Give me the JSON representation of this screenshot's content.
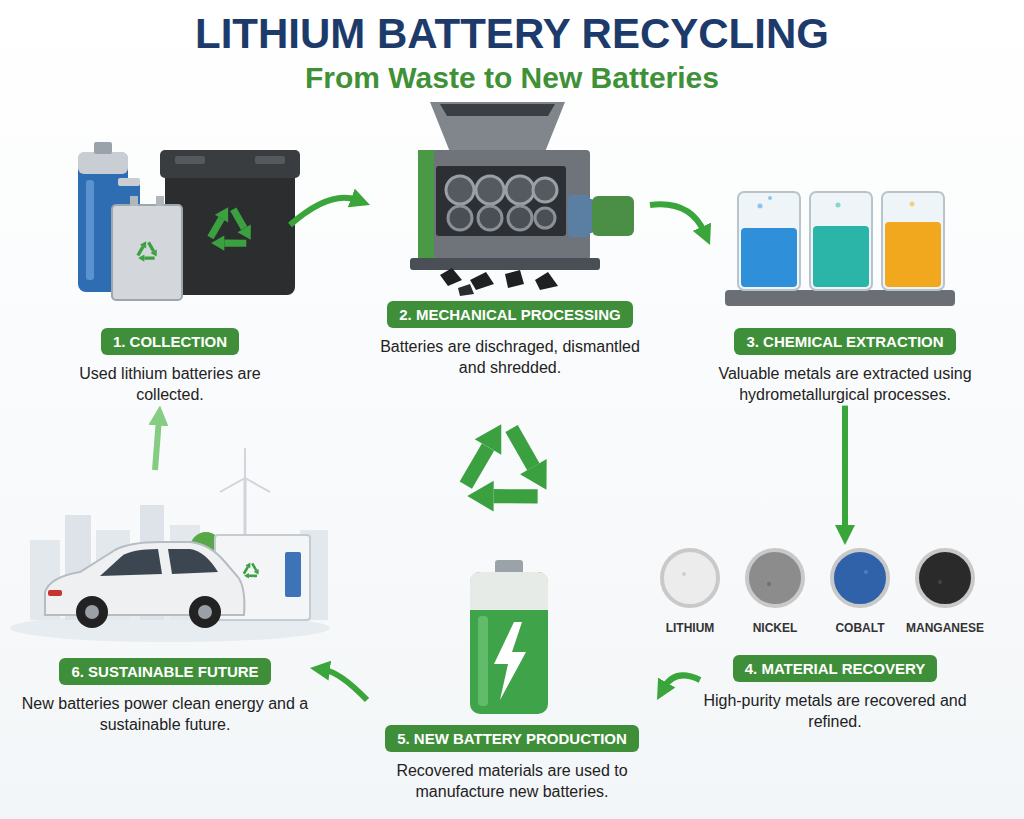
{
  "diagram": {
    "title": "LITHIUM BATTERY RECYCLING",
    "nodes": [
      {
        "text": [
          "1. COLLECTION",
          "Used lithium batteries are collected."
        ]
      },
      {
        "text": [
          "2. MECHANICAL PROCESSING",
          "Batteries are dischraged, dismantled and shredded."
        ]
      },
      {
        "text": [
          "3. CHEMICAL EXTRACTION",
          "Valuable metals are extracted using hydrometallurgical processes."
        ]
      },
      {
        "text": [
          "4. MATERIAL RECOVERY",
          "High-purity metals are recovered and refined."
        ]
      },
      {
        "text": [
          "5. NEW BATTERY PRODUCTION",
          "Recovered materials are used to manufacture new batteries."
        ]
      },
      {
        "text": [
          "6. SUSTAINABLE FUTURE",
          "New batteries power clean energy and a sustainable future."
        ]
      }
    ],
    "edges": [
      {
        "from": 0,
        "to": 1,
        "arrow": "to"
      },
      {
        "from": 1,
        "to": 2,
        "arrow": "to"
      },
      {
        "from": 2,
        "to": 3,
        "arrow": "to"
      },
      {
        "from": 3,
        "to": 4,
        "arrow": "to"
      },
      {
        "from": 4,
        "to": 5,
        "arrow": "to"
      },
      {
        "from": 5,
        "to": 0,
        "arrow": "to"
      }
    ],
    "labels": [
      "From Waste to New Batteries",
      "LITHIUM",
      "NICKEL",
      "COBALT",
      "MANGANESE"
    ]
  }
}
